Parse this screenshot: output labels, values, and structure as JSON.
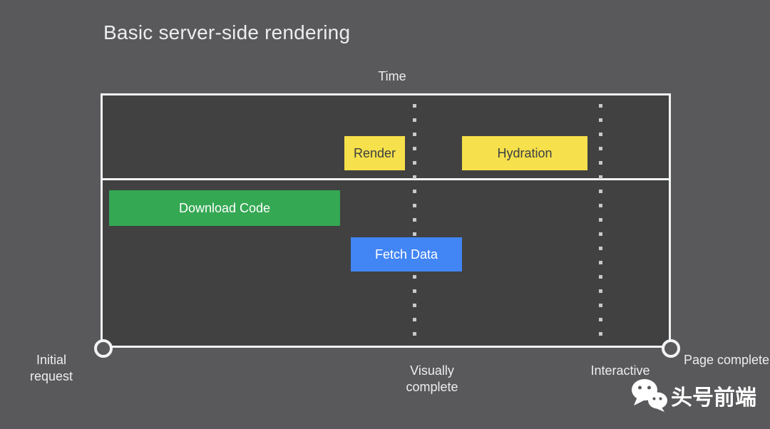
{
  "slide": {
    "title": "Basic server-side rendering"
  },
  "timeline": {
    "axis_label": "Time",
    "bars": [
      {
        "id": "render",
        "lane": "top",
        "label": "Render",
        "color": "#F6E04B"
      },
      {
        "id": "hydration",
        "lane": "top",
        "label": "Hydration",
        "color": "#F6E04B"
      },
      {
        "id": "download-code",
        "lane": "bottom",
        "label": "Download Code",
        "color": "#34A853"
      },
      {
        "id": "fetch-data",
        "lane": "bottom",
        "label": "Fetch Data",
        "color": "#4285F4"
      }
    ],
    "milestones": [
      "Initial request",
      "Visually complete",
      "Interactive",
      "Page complete"
    ]
  },
  "colors": {
    "background": "#59595B",
    "panel_fill": "#414141",
    "frame_line": "#F1F3F4",
    "guide_dots": "#C8C9CA",
    "bar_yellow": "#F6E04B",
    "bar_green": "#34A853",
    "bar_blue": "#4285F4",
    "dark_text": "#3C4043",
    "light_text": "#ECEDEE"
  },
  "watermark": {
    "icon": "wechat-icon",
    "text": "头号前端"
  }
}
